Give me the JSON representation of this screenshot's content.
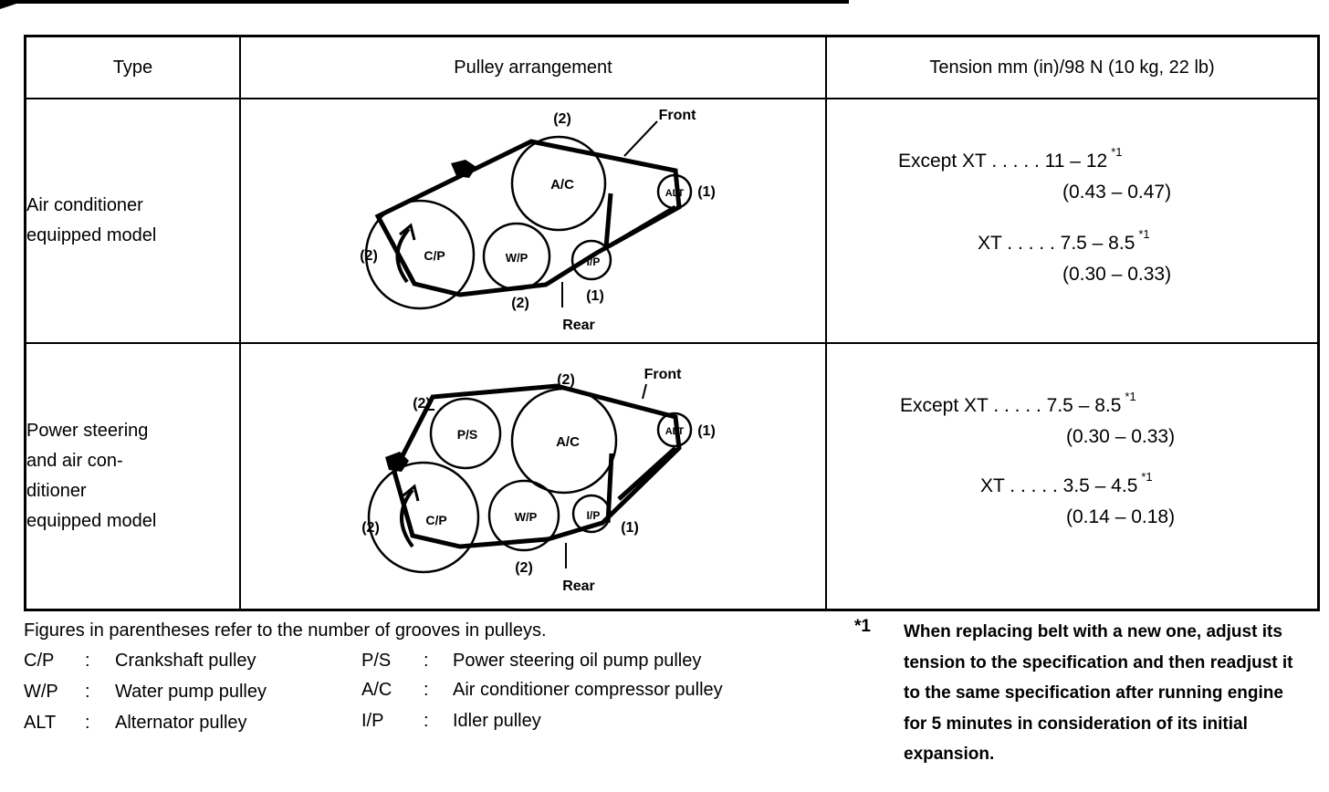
{
  "headers": {
    "type": "Type",
    "pulley": "Pulley arrangement",
    "tension": "Tension  mm (in)/98 N (10 kg, 22 lb)"
  },
  "rows": [
    {
      "type_lines": [
        "Air conditioner",
        "equipped model"
      ],
      "diagram": {
        "labels": {
          "front": "Front",
          "rear": "Rear",
          "top_grooves": "(2)",
          "alt_grooves": "(1)",
          "cp_grooves": "(2)",
          "bottom_grooves": "(2)",
          "ip_grooves": "(1)"
        },
        "pulleys": {
          "ac": "A/C",
          "alt": "ALT",
          "cp": "C/P",
          "wp": "W/P",
          "ip": "I/P"
        }
      },
      "tension": {
        "except_label": "Except XT . . . . .  11 – 12",
        "except_note": "*1",
        "except_in": "(0.43 – 0.47)",
        "xt_label": "XT . . . . . 7.5 – 8.5",
        "xt_note": "*1",
        "xt_in": "(0.30 – 0.33)"
      }
    },
    {
      "type_lines": [
        "Power steering",
        "and air con-",
        "ditioner",
        "equipped model"
      ],
      "diagram": {
        "labels": {
          "front": "Front",
          "rear": "Rear",
          "top_grooves": "(2)",
          "ps_grooves": "(2)",
          "alt_grooves": "(1)",
          "cp_grooves": "(2)",
          "bottom_grooves": "(2)",
          "ip_grooves": "(1)"
        },
        "pulleys": {
          "ps": "P/S",
          "ac": "A/C",
          "alt": "ALT",
          "cp": "C/P",
          "wp": "W/P",
          "ip": "I/P"
        }
      },
      "tension": {
        "except_label": "Except XT . . . . . 7.5 – 8.5",
        "except_note": "*1",
        "except_in": "(0.30 – 0.33)",
        "xt_label": "XT . . . . . 3.5 – 4.5",
        "xt_note": "*1",
        "xt_in": "(0.14 – 0.18)"
      }
    }
  ],
  "legend": {
    "caption": "Figures in parentheses refer to the number of grooves in pulleys.",
    "items": [
      {
        "abbr": "C/P",
        "sep": ":",
        "name": "Crankshaft pulley"
      },
      {
        "abbr": "W/P",
        "sep": ":",
        "name": "Water pump pulley"
      },
      {
        "abbr": "ALT",
        "sep": ":",
        "name": "Alternator pulley"
      },
      {
        "abbr": "P/S",
        "sep": ":",
        "name": "Power steering oil pump pulley"
      },
      {
        "abbr": "A/C",
        "sep": ":",
        "name": "Air conditioner compressor pulley"
      },
      {
        "abbr": "I/P",
        "sep": ":",
        "name": "Idler pulley"
      }
    ]
  },
  "footnote": {
    "mark": "*1",
    "text": "When replacing belt with a new one, adjust its tension to the specification and then readjust it to the same specification after running engine for 5 minutes in consideration of its initial expansion."
  }
}
